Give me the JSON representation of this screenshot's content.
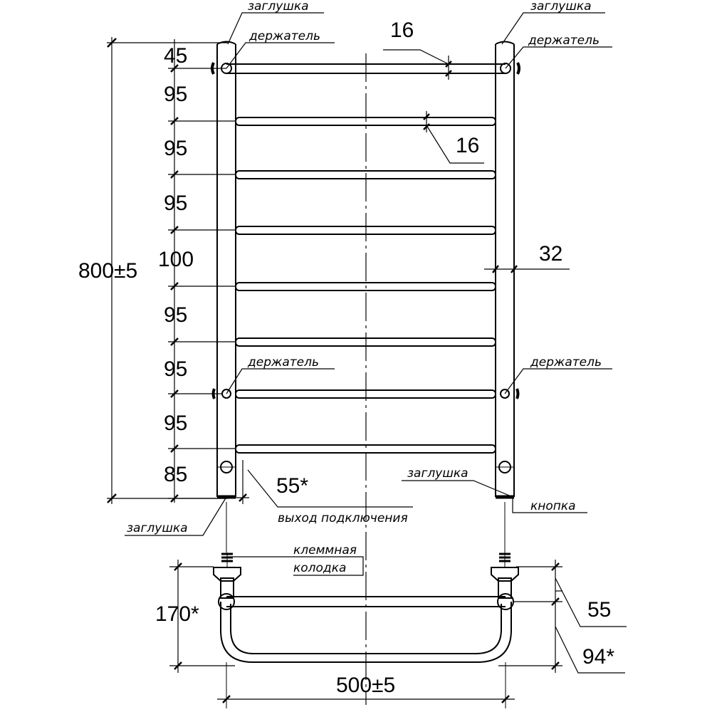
{
  "labels": {
    "plug": "заглушка",
    "holder": "держатель",
    "outlet": "выход подключения",
    "terminal_line1": "клеммная",
    "terminal_line2": "колодка",
    "button": "кнопка"
  },
  "dimensions": {
    "overall_height": "800±5",
    "overall_width": "500±5",
    "top_offset": "45",
    "spacings": [
      "95",
      "95",
      "95",
      "100",
      "95",
      "95",
      "95"
    ],
    "bottom_offset": "85",
    "bar_dia_top": "16",
    "bar_dia_second": "16",
    "riser_dia": "32",
    "outlet_offset": "55*",
    "depth_total": "170*",
    "depth_mid": "55",
    "depth_front": "94*"
  }
}
